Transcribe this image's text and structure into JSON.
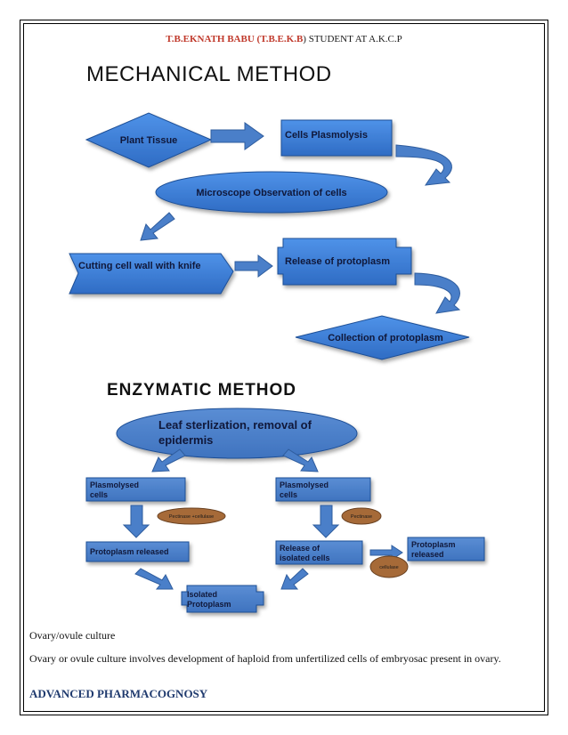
{
  "header": {
    "name": "T.B.EKNATH BABU (",
    "abbr": "T.B.E.K.B",
    "rest": ") STUDENT AT A.K.C.P"
  },
  "mechanical": {
    "title": "MECHANICAL METHOD",
    "nodes": {
      "plant_tissue": "Plant Tissue",
      "cells_plasmolysis": "Cells Plasmolysis",
      "microscope": "Microscope Observation of cells",
      "cutting": "Cutting cell wall with knife",
      "release": "Release of protoplasm",
      "collection": "Collection of protoplasm"
    }
  },
  "enzymatic": {
    "title": "ENZYMATIC METHOD",
    "nodes": {
      "leaf_line1": "Leaf sterlization, removal of",
      "leaf_line2": "epidermis",
      "plasmolysed_left_1": "Plasmolysed",
      "plasmolysed_left_2": "cells",
      "plasmolysed_right_1": "Plasmolysed",
      "plasmolysed_right_2": "cells",
      "enzyme_left": "Pectinase +cellulase",
      "enzyme_right": "Pectinase",
      "protoplasm_released_left": "Protoplasm released",
      "release_isolated_1": "Release of",
      "release_isolated_2": "isolated cells",
      "cellulase": "cellulase",
      "protoplasm_released_right_1": "Protoplasm",
      "protoplasm_released_right_2": "released",
      "isolated_1": "Isolated",
      "isolated_2": "Protoplasm"
    }
  },
  "body": {
    "heading": "Ovary/ovule culture",
    "paragraph": "Ovary or ovule culture involves development of haploid from unfertilized cells of embryosac present in ovary."
  },
  "footer": "ADVANCED PHARMACOGNOSY",
  "colors": {
    "node_fill": "#3d7ed8",
    "node_fill_dark": "#2f6cc4",
    "enz_fill": "#4a7fc9",
    "enzyme_oval": "#a66a38",
    "arrow": "#4a7fc9",
    "footer": "#1f3a6e",
    "header_red": "#c0392b"
  }
}
